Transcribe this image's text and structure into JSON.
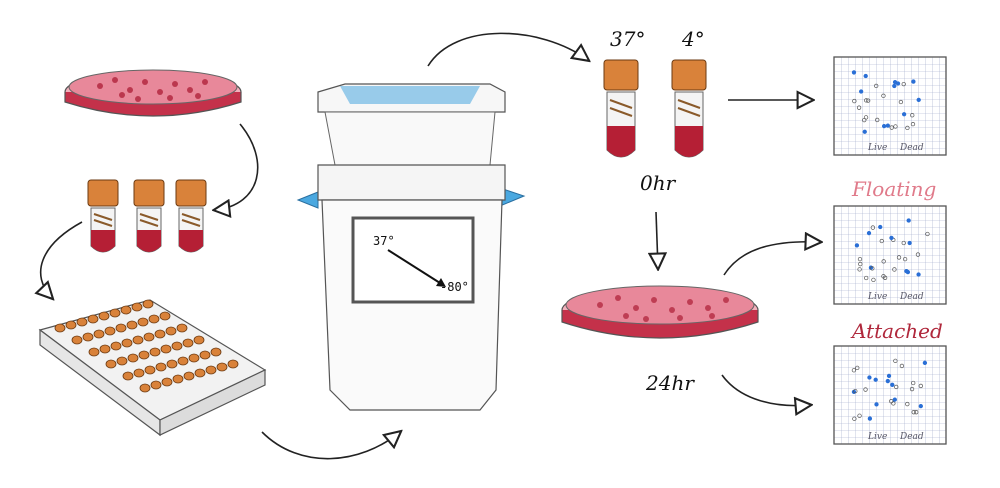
{
  "labels": {
    "temp_37": "37°",
    "temp_4": "4°",
    "time_0": "0hr",
    "time_24": "24hr",
    "floating": "Floating",
    "attached": "Attached"
  },
  "freezer": {
    "start_temp": "37°",
    "end_temp": "-80°"
  },
  "grids": [
    {
      "live": "Live",
      "dead": "Dead"
    },
    {
      "live": "Live",
      "dead": "Dead"
    },
    {
      "live": "Live",
      "dead": "Dead"
    }
  ],
  "colors": {
    "media_red": "#c4314a",
    "dish_pink": "#e8889a",
    "cap_orange": "#d9823a",
    "freezer_blue": "#4aa8e0",
    "label_pink": "#e07a8a",
    "label_red": "#b0283c",
    "live_cell": "#2a6fd6",
    "grid_line": "#9aa6c8"
  }
}
